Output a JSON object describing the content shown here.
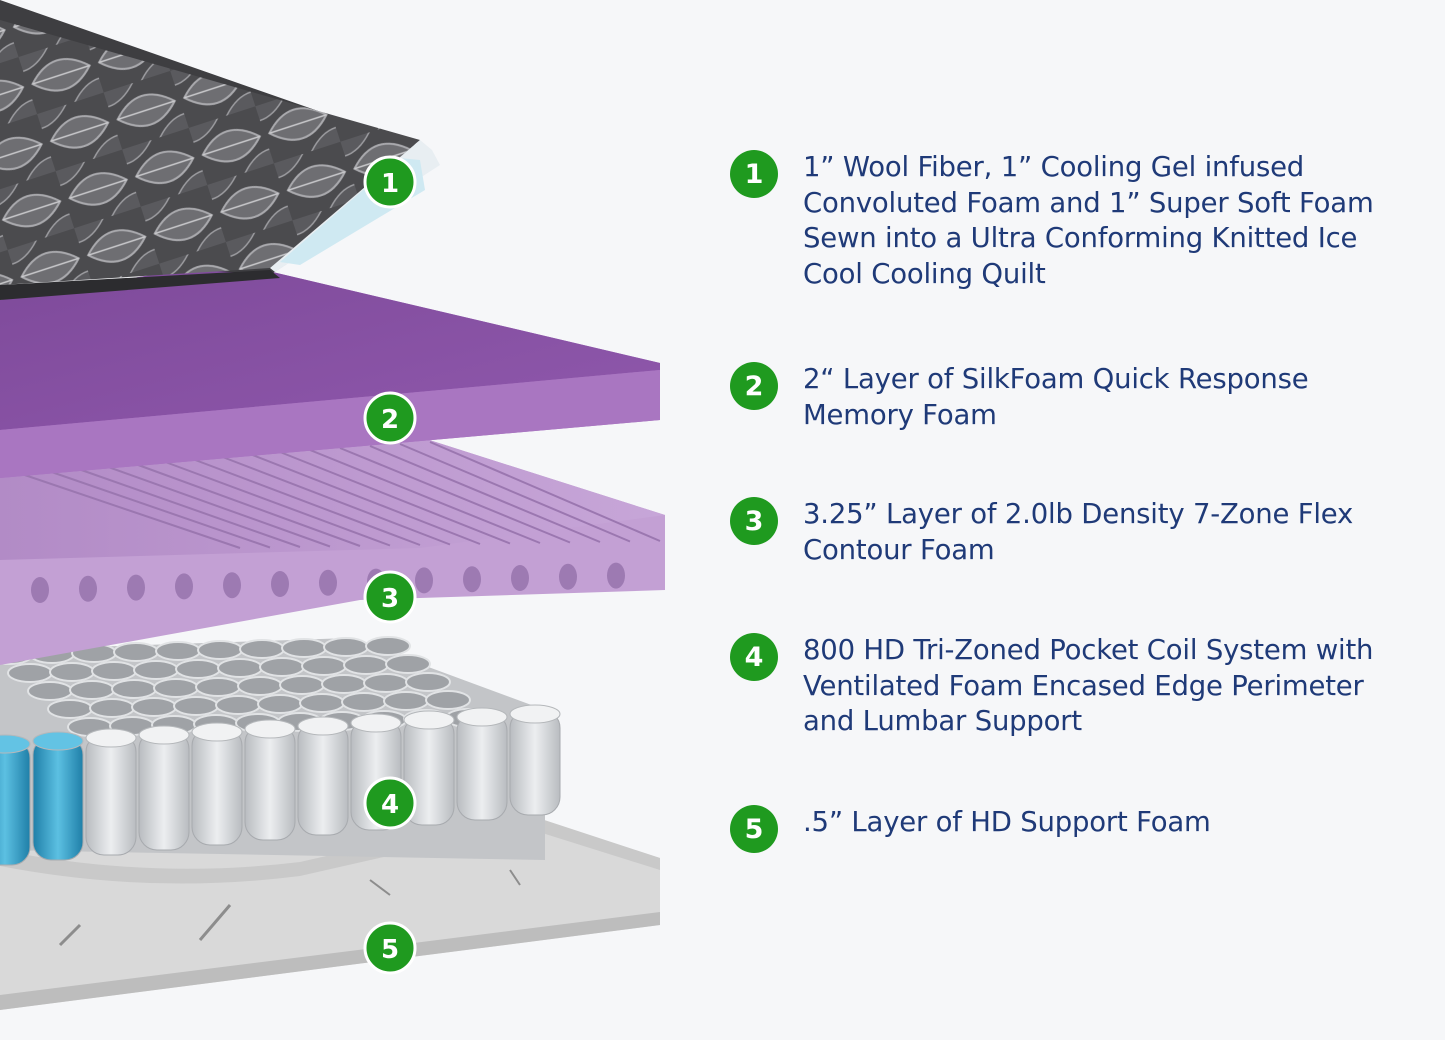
{
  "colors": {
    "accent_green": "#1f9a1f",
    "text_navy": "#1f3a78",
    "background": "#f6f7f9",
    "quilt_dark": "#4a4a4d",
    "silkfoam_purple": "#9a5cb4",
    "flexfoam_lilac": "#c59fd6",
    "coil_gray": "#d6d8db",
    "coil_blue": "#3aa0c8",
    "base_foam": "#dedede"
  },
  "layers": [
    {
      "number": "1",
      "text": "1” Wool Fiber, 1” Cooling Gel infused Convoluted Foam and 1” Super Soft Foam Sewn into a Ultra Conforming Knitted Ice Cool Cooling Quilt"
    },
    {
      "number": "2",
      "text": "2“ Layer of SilkFoam Quick Response Memory Foam"
    },
    {
      "number": "3",
      "text": "3.25” Layer of 2.0lb Density 7-Zone Flex Contour Foam"
    },
    {
      "number": "4",
      "text": "800 HD Tri-Zoned Pocket Coil System with Ventilated Foam Encased Edge Perimeter and Lumbar Support"
    },
    {
      "number": "5",
      "text": ".5” Layer of HD Support Foam"
    }
  ]
}
